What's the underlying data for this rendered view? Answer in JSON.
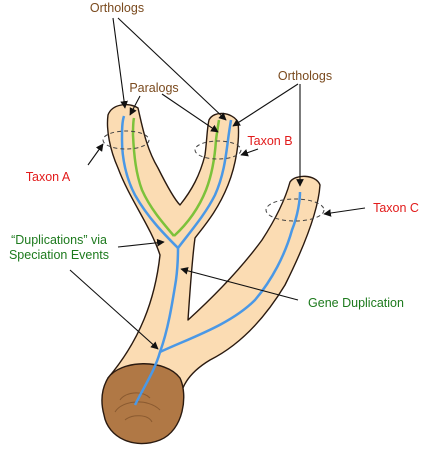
{
  "labels": {
    "orthologs_top": "Orthologs",
    "orthologs_right": "Orthologs",
    "paralogs": "Paralogs",
    "taxon_a": "Taxon A",
    "taxon_b": "Taxon B",
    "taxon_c": "Taxon C",
    "duplications_line1": "“Duplications” via",
    "duplications_line2": "Speciation Events",
    "gene_duplication": "Gene Duplication"
  },
  "colors": {
    "branch_fill": "#fbdcb3",
    "branch_stroke": "#2a1a10",
    "stump_fill": "#b07845",
    "gene_blue": "#4a98e6",
    "gene_green": "#7cc23a",
    "label_brown": "#7a4a1e",
    "label_red": "#e21b1b",
    "label_green": "#1d7a1d"
  }
}
